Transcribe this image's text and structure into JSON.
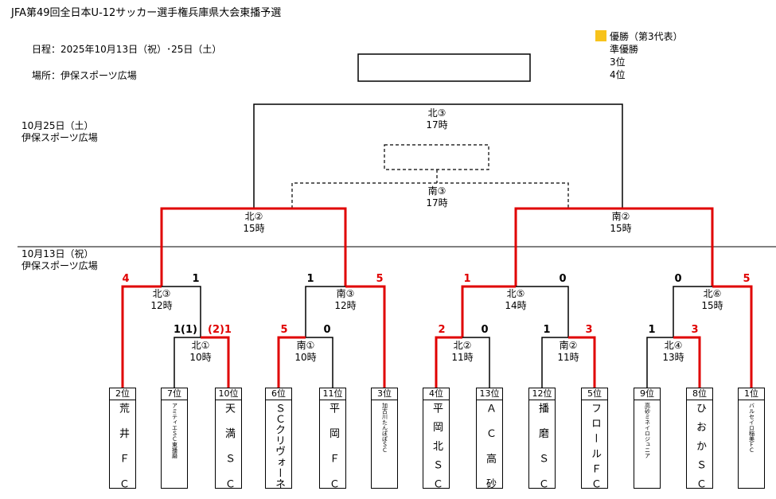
{
  "header": {
    "title": "JFA第49回全日本U-12サッカー選手権兵庫県大会東播予選",
    "schedule": "日程：2025年10月13日（祝）･25日（土）",
    "venue": "場所：伊保スポーツ広場"
  },
  "legend": {
    "winner": "優勝（第3代表）",
    "runner_up": "準優勝",
    "third": "3位",
    "fourth": "4位",
    "winner_color": "#f7c31c"
  },
  "days": {
    "day2_date": "10月25日（土）",
    "day2_venue": "伊保スポーツ広場",
    "day1_date": "10月13日（祝）",
    "day1_venue": "伊保スポーツ広場"
  },
  "matches": {
    "final": {
      "label": "北③",
      "time": "17時"
    },
    "third_place": {
      "label": "南③",
      "time": "17時"
    },
    "semi_left": {
      "label": "北②",
      "time": "15時"
    },
    "semi_right": {
      "label": "南②",
      "time": "15時"
    },
    "qf1": {
      "label": "北③",
      "time": "12時",
      "score_left": "4",
      "score_right": "1"
    },
    "qf2": {
      "label": "南③",
      "time": "12時",
      "score_left": "1",
      "score_right": "5"
    },
    "qf3": {
      "label": "北⑤",
      "time": "14時",
      "score_left": "1",
      "score_right": "0"
    },
    "qf4": {
      "label": "北⑥",
      "time": "15時",
      "score_left": "0",
      "score_right": "5"
    },
    "r1a": {
      "label": "北①",
      "time": "10時",
      "score_left": "1(1)",
      "score_right": "(2)1"
    },
    "r1b": {
      "label": "南①",
      "time": "10時",
      "score_left": "5",
      "score_right": "0"
    },
    "r1c": {
      "label": "北②",
      "time": "11時",
      "score_left": "2",
      "score_right": "0"
    },
    "r1d": {
      "label": "南②",
      "time": "11時",
      "score_left": "1",
      "score_right": "3"
    },
    "r1e": {
      "label": "北④",
      "time": "13時",
      "score_left": "1",
      "score_right": "3"
    }
  },
  "teams": [
    {
      "rank": "2位",
      "name": "荒井ＦＣ"
    },
    {
      "rank": "7位",
      "name": "アミティエＳＣ東播磨"
    },
    {
      "rank": "10位",
      "name": "天満ＳＣ"
    },
    {
      "rank": "6位",
      "name": "ＳＣクリヴォーネ"
    },
    {
      "rank": "11位",
      "name": "平岡ＦＣ"
    },
    {
      "rank": "3位",
      "name": "加古川たんぽぽＳＣ"
    },
    {
      "rank": "4位",
      "name": "平岡北ＳＣ"
    },
    {
      "rank": "13位",
      "name": "ＡＣ高砂"
    },
    {
      "rank": "12位",
      "name": "播磨ＳＣ"
    },
    {
      "rank": "5位",
      "name": "フロールＦＣ"
    },
    {
      "rank": "9位",
      "name": "高砂ミネイロジュニア"
    },
    {
      "rank": "8位",
      "name": "ひおかＳＣ"
    },
    {
      "rank": "1位",
      "name": "バルセイロ稲美ＦＣ"
    }
  ],
  "colors": {
    "win_line": "#e00000",
    "line": "#000000"
  }
}
